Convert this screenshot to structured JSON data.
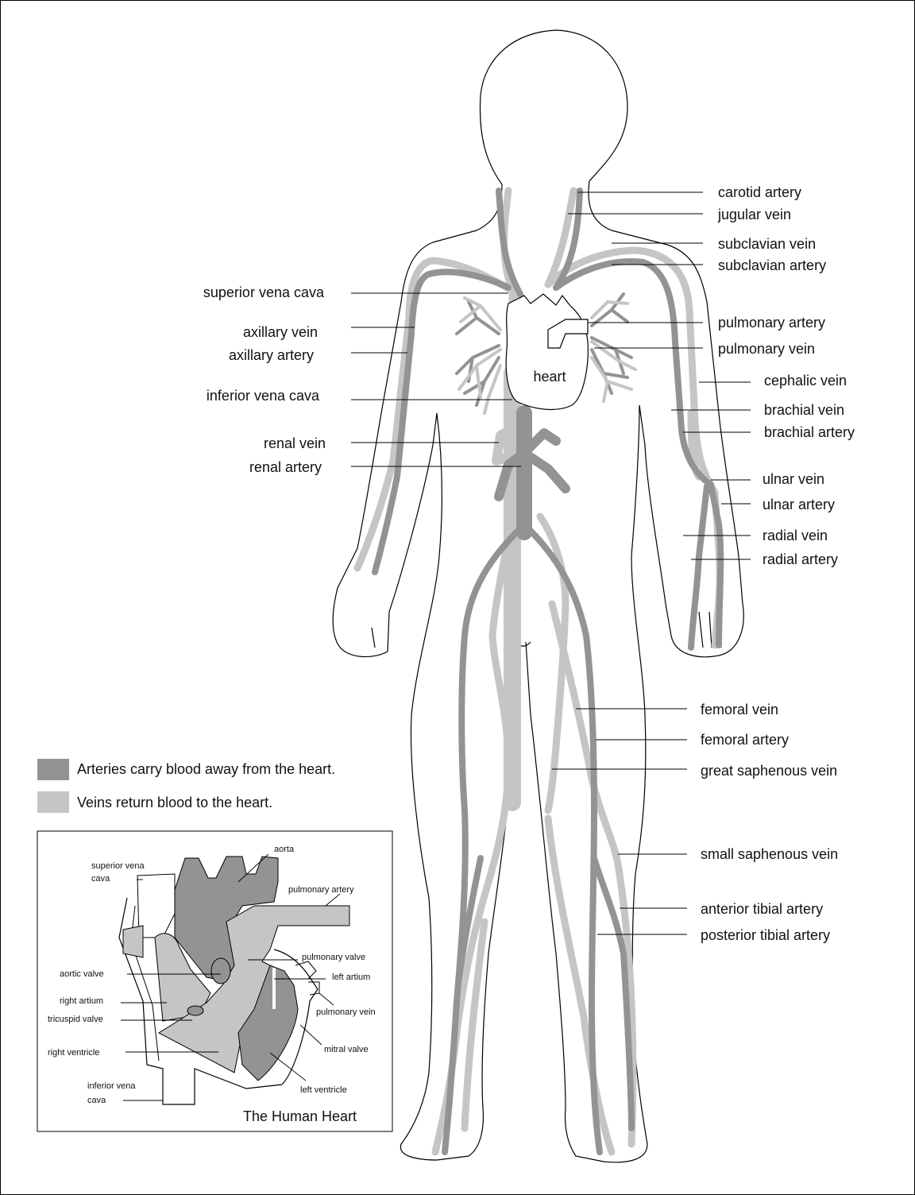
{
  "colors": {
    "artery": "#939395",
    "vein": "#c4c5c7",
    "outline": "#000000",
    "background": "#ffffff"
  },
  "body": {
    "heart_label": "heart",
    "labels_right": [
      "carotid artery",
      "jugular vein",
      "subclavian vein",
      "subclavian artery",
      "pulmonary artery",
      "pulmonary vein",
      "cephalic vein",
      "brachial vein",
      "brachial artery",
      "ulnar vein",
      "ulnar artery",
      "radial vein",
      "radial artery",
      "femoral vein",
      "femoral artery",
      "great saphenous vein",
      "small saphenous vein",
      "anterior tibial artery",
      "posterior tibial artery"
    ],
    "labels_left": [
      "superior vena cava",
      "axillary vein",
      "axillary artery",
      "inferior vena cava",
      "renal vein",
      "renal artery"
    ]
  },
  "legend": {
    "artery_text": "Arteries carry blood away from the heart.",
    "vein_text": "Veins return blood to the heart."
  },
  "inset": {
    "title": "The Human Heart",
    "labels": {
      "aorta": "aorta",
      "superior_vena_cava_1": "superior vena",
      "superior_vena_cava_2": "cava",
      "pulmonary_artery": "pulmonary artery",
      "pulmonary_valve": "pulmonary valve",
      "aortic_valve": "aortic valve",
      "left_atrium": "left artium",
      "right_atrium": "right artium",
      "pulmonary_vein": "pulmonary vein",
      "tricuspid_valve": "tricuspid valve",
      "mitral_valve": "mitral valve",
      "right_ventricle": "right ventricle",
      "left_ventricle": "left ventricle",
      "inferior_vena_cava_1": "inferior vena",
      "inferior_vena_cava_2": "cava"
    }
  }
}
